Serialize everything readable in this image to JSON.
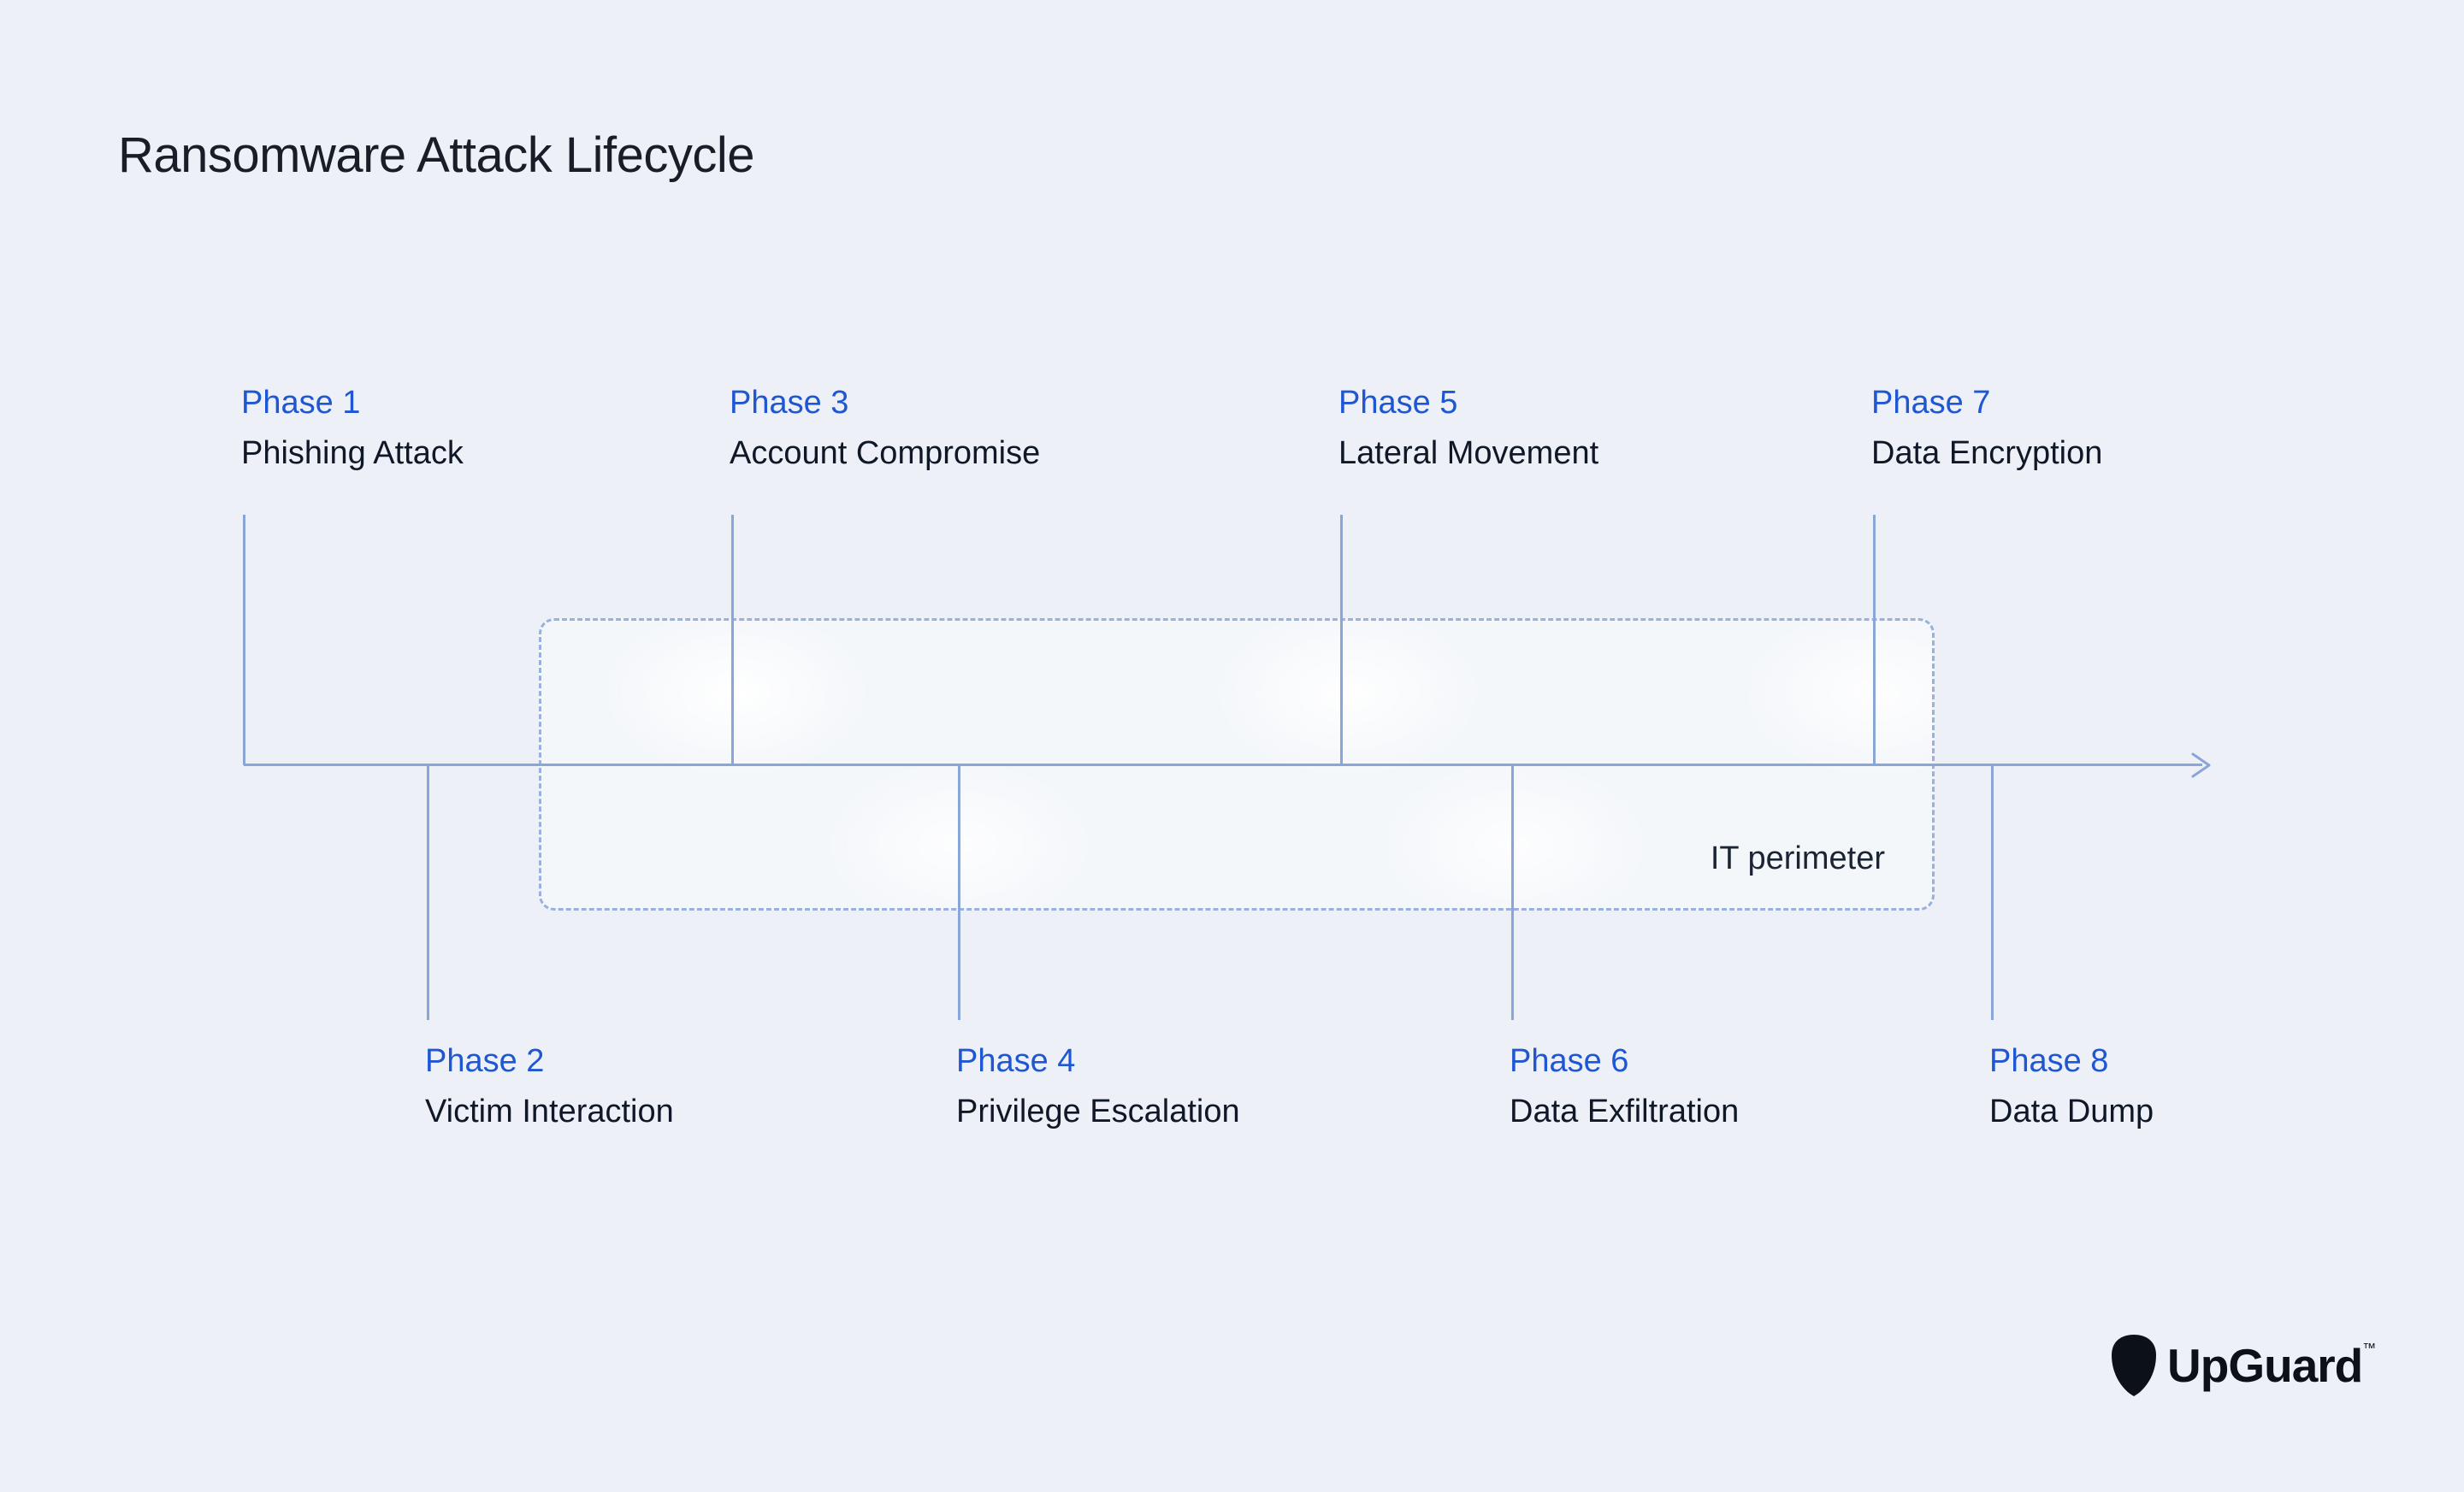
{
  "title": "Ransomware Attack Lifecycle",
  "phases": [
    {
      "label": "Phase 1",
      "description": "Phishing Attack",
      "row": "top"
    },
    {
      "label": "Phase 2",
      "description": "Victim Interaction",
      "row": "bottom"
    },
    {
      "label": "Phase 3",
      "description": "Account Compromise",
      "row": "top"
    },
    {
      "label": "Phase 4",
      "description": "Privilege Escalation",
      "row": "bottom"
    },
    {
      "label": "Phase 5",
      "description": "Lateral Movement",
      "row": "top"
    },
    {
      "label": "Phase 6",
      "description": "Data Exfiltration",
      "row": "bottom"
    },
    {
      "label": "Phase 7",
      "description": "Data Encryption",
      "row": "top"
    },
    {
      "label": "Phase 8",
      "description": "Data Dump",
      "row": "bottom"
    }
  ],
  "perimeter": {
    "label": "IT perimeter"
  },
  "brand": {
    "name": "UpGuard",
    "trademark": "™"
  },
  "colors": {
    "background": "#edf1f7",
    "phase_accent_blue": "#1f56d2",
    "text_dark": "#101828",
    "timeline_line": "#8aa5d8",
    "perimeter_border": "#9ab0de",
    "logo": "#0c1118"
  }
}
